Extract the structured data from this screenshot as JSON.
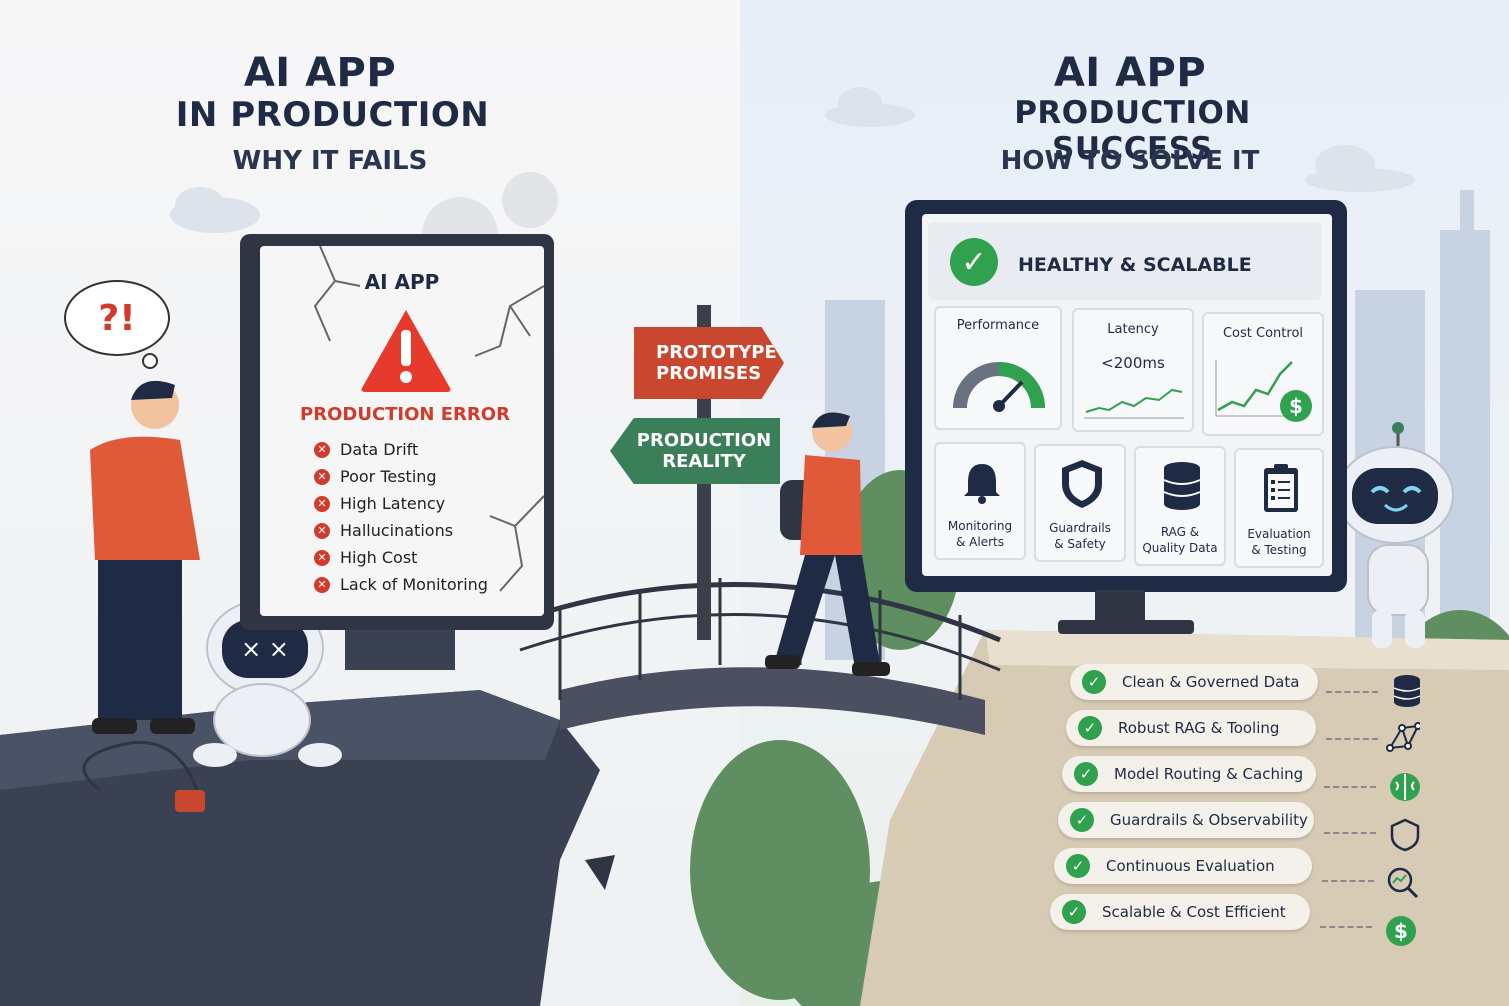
{
  "left": {
    "title": "AI APP",
    "subtitle": "IN  PRODUCTION",
    "tagline": "WHY IT FAILS",
    "speech": "?!",
    "panel": {
      "title": "AI APP",
      "error": "PRODUCTION ERROR",
      "items": [
        "Data Drift",
        "Poor Testing",
        "High Latency",
        "Hallucinations",
        "High Cost",
        "Lack of Monitoring"
      ]
    }
  },
  "signs": {
    "top_line1": "PROTOTYPE",
    "top_line2": "PROMISES",
    "bottom_line1": "PRODUCTION",
    "bottom_line2": "REALITY"
  },
  "right": {
    "title": "AI APP",
    "subtitle": "PRODUCTION SUCCESS",
    "tagline": "HOW TO SOLVE IT",
    "monitor": {
      "status": "HEALTHY & SCALABLE",
      "performance_label": "Performance",
      "latency_label": "Latency",
      "latency_value": "<200ms",
      "cost_label": "Cost Control",
      "tiles": [
        {
          "line1": "Monitoring",
          "line2": "& Alerts"
        },
        {
          "line1": "Guardrails",
          "line2": "& Safety"
        },
        {
          "line1": "RAG &",
          "line2": "Quality Data"
        },
        {
          "line1": "Evaluation",
          "line2": "& Testing"
        }
      ]
    },
    "solutions": [
      "Clean & Governed Data",
      "Robust RAG & Tooling",
      "Model Routing & Caching",
      "Guardrails & Observability",
      "Continuous Evaluation",
      "Scalable & Cost Efficient"
    ]
  },
  "colors": {
    "navy": "#1f2a44",
    "error_red": "#d23b2b",
    "success_green": "#2fa14f",
    "sign_red": "#c9472f",
    "sign_green": "#3b7f5a"
  }
}
